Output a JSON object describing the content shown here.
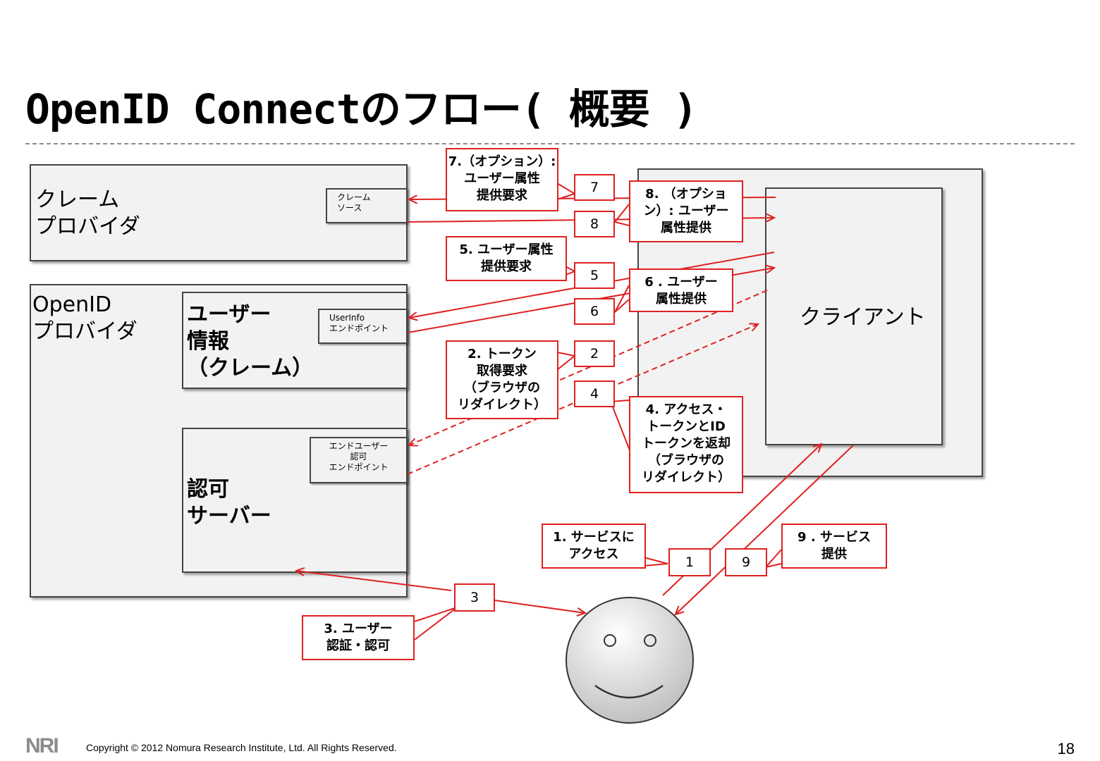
{
  "title": "OpenID Connectのフロー( 概要 )",
  "boxes": {
    "claim_provider": "クレーム\nプロバイダ",
    "claim_source": "クレーム\nソース",
    "openid_provider": "OpenID\nプロバイダ",
    "userinfo": "ユーザー\n情報\n（クレーム）",
    "userinfo_endpoint": "UserInfo\nエンドポイント",
    "auth_endpoint": "エンドユーザー\n認可\nエンドポイント",
    "auth_server": "認可\nサーバー",
    "client": "クライアント"
  },
  "numbers": [
    "1",
    "2",
    "3",
    "4",
    "5",
    "6",
    "7",
    "8",
    "9"
  ],
  "callouts": {
    "c1": "1. サービスに\nアクセス",
    "c2": "2. トークン\n取得要求\n（ブラウザの\nリダイレクト）",
    "c3": "3. ユーザー\n認証・認可",
    "c4": "4. アクセス・\nトークンとID\nトークンを返却\n（ブラウザの\nリダイレクト）",
    "c5": "5. ユーザー属性\n提供要求",
    "c6": "6 . ユーザー\n属性提供",
    "c7": "7.（オプション）:\nユーザー属性\n提供要求",
    "c8": "8. （オプショ\nン）: ユーザー\n属性提供",
    "c9": "9 . サービス\n提供"
  },
  "footer": "Copyright © 2012 Nomura Research Institute, Ltd. All Rights Reserved.",
  "logo": "NRI",
  "page_number": "18",
  "colors": {
    "arrow": "#e02020",
    "box_fill": "#f2f2f2"
  }
}
